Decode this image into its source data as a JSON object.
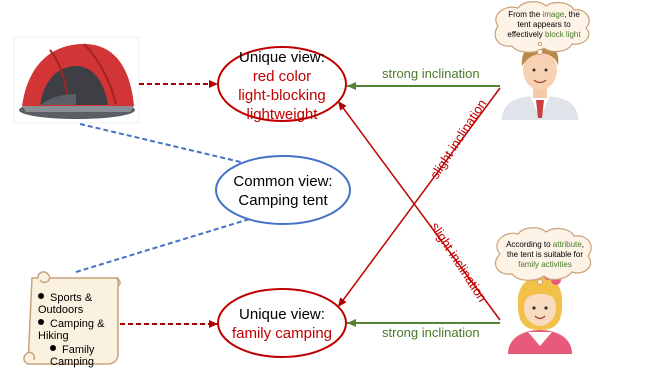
{
  "nodes": {
    "unique_top": {
      "title": "Unique view:",
      "lines": [
        "red color",
        "light-blocking",
        "lightweight"
      ]
    },
    "common": {
      "title": "Common view:",
      "line": "Camping tent"
    },
    "unique_bottom": {
      "title": "Unique view:",
      "line": "family camping"
    }
  },
  "edges": {
    "strong_top": "strong inclination",
    "strong_bottom": "strong inclination",
    "slight_up": "slight inclination",
    "slight_down": "slight inclination"
  },
  "bubbles": {
    "man": {
      "pre": "From the ",
      "hl": "image",
      "post": ", the tent appears to effectively ",
      "hl2": "block light"
    },
    "girl": {
      "pre": "According to ",
      "hl": "attribute",
      "post": ", the tent is suitable for ",
      "hl2": "family activities"
    }
  },
  "attributes": [
    "Sports & Outdoors",
    "Camping & Hiking",
    "Family Camping"
  ],
  "colors": {
    "red": "#c00000",
    "blue": "#4472c4",
    "green": "#548235",
    "dash_red": "#a00000",
    "dash_blue": "#4472c4"
  },
  "icons": [
    "tent-image",
    "scroll-icon",
    "man-avatar-icon",
    "girl-avatar-icon",
    "thought-bubble-icon"
  ]
}
